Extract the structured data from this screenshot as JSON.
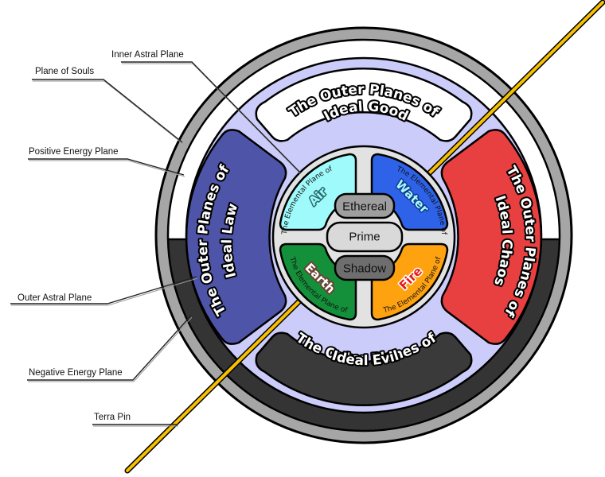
{
  "title": "Planar Cosmology Diagram",
  "callouts": [
    {
      "id": "inner-astral",
      "label": "Inner Astral Plane"
    },
    {
      "id": "souls",
      "label": "Plane of Souls"
    },
    {
      "id": "positive-energy",
      "label": "Positive Energy Plane"
    },
    {
      "id": "outer-astral",
      "label": "Outer Astral Plane"
    },
    {
      "id": "negative-energy",
      "label": "Negative Energy Plane"
    },
    {
      "id": "terra-pin",
      "label": "Terra Pin"
    }
  ],
  "outer_planes": {
    "good": {
      "line1": "The Outer Planes of",
      "line2": "Ideal Good",
      "color": "#ffffff",
      "text_color": "#ffffff"
    },
    "chaos": {
      "line1": "The Outer Planes of",
      "line2": "Ideal Chaos",
      "color": "#e84040",
      "text_color": "#ffffff"
    },
    "evil": {
      "line1": "The Outer Planes of",
      "line2": "Ideal Evil",
      "color": "#3a3a3a",
      "text_color": "#ffffff"
    },
    "law": {
      "line1": "The Outer Planes of",
      "line2": "Ideal Law",
      "color": "#4e55a8",
      "text_color": "#ffffff"
    }
  },
  "elemental_planes": {
    "prefix": "The Elemental Plane of",
    "air": {
      "name": "Air",
      "color": "#9ffbfb",
      "name_color": "#9ffbfb"
    },
    "water": {
      "name": "Water",
      "color": "#2e62e8",
      "name_color": "#a8fbff"
    },
    "earth": {
      "name": "Earth",
      "color": "#14903a",
      "name_color": "#8a5a4a"
    },
    "fire": {
      "name": "Fire",
      "color": "#ffa20f",
      "name_color": "#e81818"
    }
  },
  "core": {
    "ethereal": "Ethereal",
    "prime": "Prime",
    "shadow": "Shadow"
  },
  "colors": {
    "outer_ring": "#a6a6a6",
    "positive_energy": "#ffffff",
    "negative_energy": "#343434",
    "astral": "#ccccfa",
    "core_disc": "#e2e2e2",
    "ethereal": "#9e9e9e",
    "prime": "#d9d9d9",
    "shadow": "#6e6e6e",
    "pin": "#f7c000"
  }
}
